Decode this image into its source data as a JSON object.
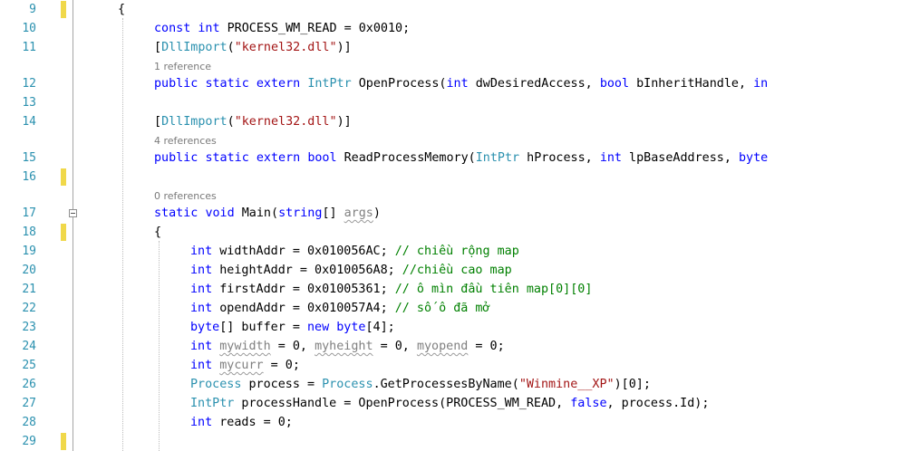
{
  "theme": {
    "keyword": "#0000ff",
    "type": "#2b91af",
    "string": "#a31515",
    "comment": "#008000",
    "plain": "#000000",
    "faded": "#808080",
    "line_number": "#2b91af",
    "codelens": "#7a7a7a",
    "change_marker": "#f0d84a"
  },
  "lines": [
    {
      "num": "9",
      "indent": 0,
      "tokens": [
        [
          "{",
          "plain"
        ]
      ]
    },
    {
      "num": "10",
      "indent": 1,
      "tokens": [
        [
          "const",
          "keyword"
        ],
        [
          " ",
          "plain"
        ],
        [
          "int",
          "keyword"
        ],
        [
          " PROCESS_WM_READ = 0x0010;",
          "plain"
        ]
      ]
    },
    {
      "num": "11",
      "indent": 1,
      "tokens": [
        [
          "[",
          "plain"
        ],
        [
          "DllImport",
          "type"
        ],
        [
          "(",
          "plain"
        ],
        [
          "\"kernel32.dll\"",
          "string"
        ],
        [
          ")]",
          "plain"
        ]
      ]
    },
    {
      "num": "",
      "indent": 1,
      "lens": "1 reference"
    },
    {
      "num": "12",
      "indent": 1,
      "tokens": [
        [
          "public",
          "keyword"
        ],
        [
          " ",
          "plain"
        ],
        [
          "static",
          "keyword"
        ],
        [
          " ",
          "plain"
        ],
        [
          "extern",
          "keyword"
        ],
        [
          " ",
          "plain"
        ],
        [
          "IntPtr",
          "type"
        ],
        [
          " OpenProcess(",
          "plain"
        ],
        [
          "int",
          "keyword"
        ],
        [
          " dwDesiredAccess, ",
          "plain"
        ],
        [
          "bool",
          "keyword"
        ],
        [
          " bInheritHandle, ",
          "plain"
        ],
        [
          "in",
          "keyword"
        ]
      ]
    },
    {
      "num": "13",
      "indent": 1,
      "tokens": []
    },
    {
      "num": "14",
      "indent": 1,
      "tokens": [
        [
          "[",
          "plain"
        ],
        [
          "DllImport",
          "type"
        ],
        [
          "(",
          "plain"
        ],
        [
          "\"kernel32.dll\"",
          "string"
        ],
        [
          ")]",
          "plain"
        ]
      ]
    },
    {
      "num": "",
      "indent": 1,
      "lens": "4 references"
    },
    {
      "num": "15",
      "indent": 1,
      "tokens": [
        [
          "public",
          "keyword"
        ],
        [
          " ",
          "plain"
        ],
        [
          "static",
          "keyword"
        ],
        [
          " ",
          "plain"
        ],
        [
          "extern",
          "keyword"
        ],
        [
          " ",
          "plain"
        ],
        [
          "bool",
          "keyword"
        ],
        [
          " ReadProcessMemory(",
          "plain"
        ],
        [
          "IntPtr",
          "type"
        ],
        [
          " hProcess, ",
          "plain"
        ],
        [
          "int",
          "keyword"
        ],
        [
          " lpBaseAddress, ",
          "plain"
        ],
        [
          "byte",
          "keyword"
        ]
      ]
    },
    {
      "num": "16",
      "indent": 1,
      "tokens": []
    },
    {
      "num": "",
      "indent": 1,
      "lens": "0 references"
    },
    {
      "num": "17",
      "indent": 1,
      "tokens": [
        [
          "static",
          "keyword"
        ],
        [
          " ",
          "plain"
        ],
        [
          "void",
          "keyword"
        ],
        [
          " Main(",
          "plain"
        ],
        [
          "string",
          "keyword"
        ],
        [
          "[] ",
          "plain"
        ],
        [
          "args",
          "faded-squiggle"
        ],
        [
          ")",
          "plain"
        ]
      ]
    },
    {
      "num": "18",
      "indent": 1,
      "tokens": [
        [
          "{",
          "plain"
        ]
      ]
    },
    {
      "num": "19",
      "indent": 2,
      "tokens": [
        [
          "int",
          "keyword"
        ],
        [
          " widthAddr = 0x010056AC; ",
          "plain"
        ],
        [
          "// chiều rộng map",
          "comment"
        ]
      ]
    },
    {
      "num": "20",
      "indent": 2,
      "tokens": [
        [
          "int",
          "keyword"
        ],
        [
          " heightAddr = 0x010056A8; ",
          "plain"
        ],
        [
          "//chiều cao map",
          "comment"
        ]
      ]
    },
    {
      "num": "21",
      "indent": 2,
      "tokens": [
        [
          "int",
          "keyword"
        ],
        [
          " firstAddr = 0x01005361; ",
          "plain"
        ],
        [
          "// ô mìn đầu tiên map[0][0]",
          "comment"
        ]
      ]
    },
    {
      "num": "22",
      "indent": 2,
      "tokens": [
        [
          "int",
          "keyword"
        ],
        [
          " opendAddr = 0x010057A4; ",
          "plain"
        ],
        [
          "// số ô đã mở",
          "comment"
        ]
      ]
    },
    {
      "num": "23",
      "indent": 2,
      "tokens": [
        [
          "byte",
          "keyword"
        ],
        [
          "[] buffer = ",
          "plain"
        ],
        [
          "new",
          "keyword"
        ],
        [
          " ",
          "plain"
        ],
        [
          "byte",
          "keyword"
        ],
        [
          "[4];",
          "plain"
        ]
      ]
    },
    {
      "num": "24",
      "indent": 2,
      "tokens": [
        [
          "int",
          "keyword"
        ],
        [
          " ",
          "plain"
        ],
        [
          "mywidth",
          "faded-squiggle"
        ],
        [
          " = 0, ",
          "plain"
        ],
        [
          "myheight",
          "faded-squiggle"
        ],
        [
          " = 0, ",
          "plain"
        ],
        [
          "myopend",
          "faded-squiggle"
        ],
        [
          " = 0;",
          "plain"
        ]
      ]
    },
    {
      "num": "25",
      "indent": 2,
      "tokens": [
        [
          "int",
          "keyword"
        ],
        [
          " ",
          "plain"
        ],
        [
          "mycurr",
          "faded-squiggle"
        ],
        [
          " = 0;",
          "plain"
        ]
      ]
    },
    {
      "num": "26",
      "indent": 2,
      "tokens": [
        [
          "Process",
          "type"
        ],
        [
          " process = ",
          "plain"
        ],
        [
          "Process",
          "type"
        ],
        [
          ".GetProcessesByName(",
          "plain"
        ],
        [
          "\"Winmine__XP\"",
          "string"
        ],
        [
          ")[0];",
          "plain"
        ]
      ]
    },
    {
      "num": "27",
      "indent": 2,
      "tokens": [
        [
          "IntPtr",
          "type"
        ],
        [
          " processHandle = OpenProcess(PROCESS_WM_READ, ",
          "plain"
        ],
        [
          "false",
          "keyword"
        ],
        [
          ", process.Id);",
          "plain"
        ]
      ]
    },
    {
      "num": "28",
      "indent": 2,
      "tokens": [
        [
          "int",
          "keyword"
        ],
        [
          " reads = 0;",
          "plain"
        ]
      ]
    },
    {
      "num": "29",
      "indent": 2,
      "tokens": []
    }
  ]
}
